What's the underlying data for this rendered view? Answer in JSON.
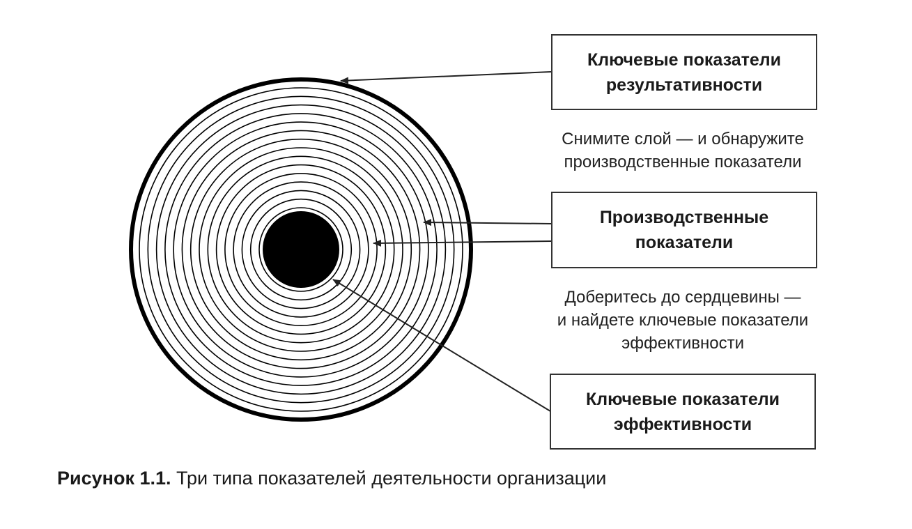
{
  "boxes": {
    "results": {
      "line1": "Ключевые показатели",
      "line2": "результативности"
    },
    "production": {
      "line1": "Производственные",
      "line2": "показатели"
    },
    "efficiency": {
      "line1": "Ключевые показатели",
      "line2": "эффективности"
    }
  },
  "notes": {
    "peel": {
      "line1": "Снимите слой — и обнаружите",
      "line2": "производственные показатели"
    },
    "core": {
      "line1": "Доберитесь до сердцевины —",
      "line2": "и найдете ключевые показатели",
      "line3": "эффективности"
    }
  },
  "caption": {
    "label": "Рисунок 1.1.",
    "text": " Три типа показателей деятельности организации"
  },
  "diagram": {
    "ring_count": 15,
    "colors": {
      "stroke": "#000000",
      "core": "#000000",
      "arrow": "#222222"
    }
  }
}
